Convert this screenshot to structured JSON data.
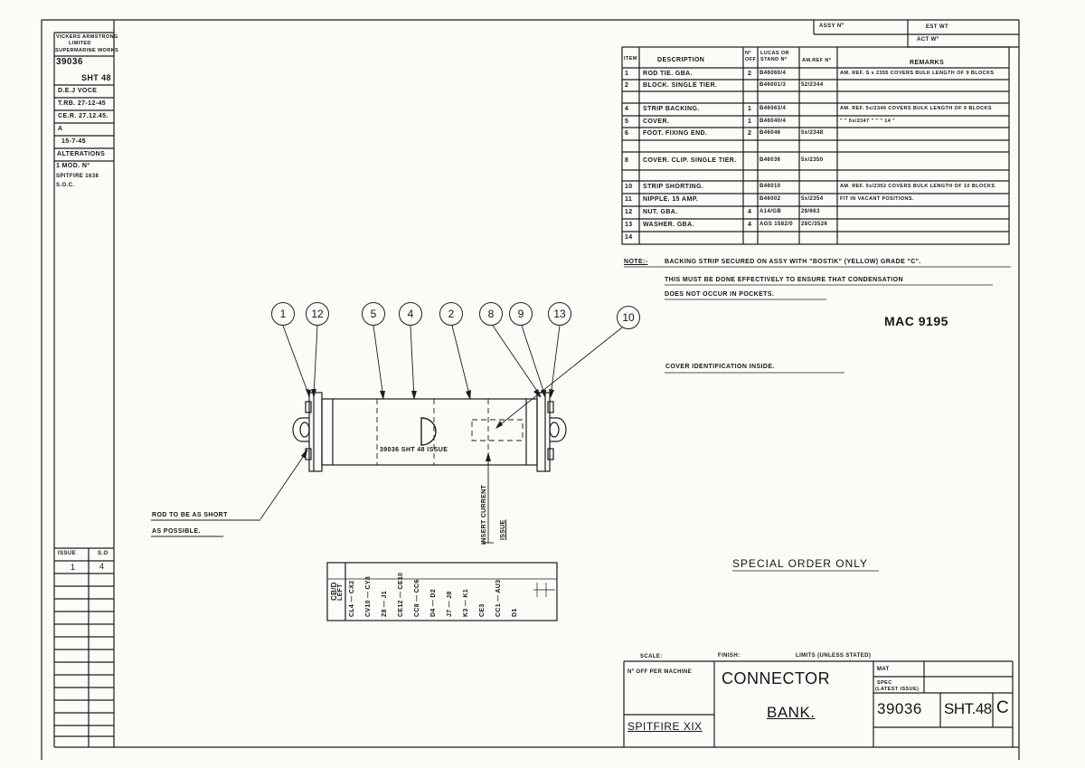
{
  "left_block": {
    "company": [
      "VICKERS ARMSTRONG",
      "LIMITED",
      "SUPERMARINE WORKS"
    ],
    "drawing_no": "39036",
    "sheet": "SHT 48",
    "drawn_by": "D.E.J VOCE",
    "traced": "T.RB. 27-12-45",
    "checked": "CE.R. 27.12.45.",
    "issue_letter": "A",
    "issue_date": "15-7-45",
    "alterations": "ALTERATIONS",
    "mod_no": "1 MOD. Nº",
    "mod_desc": "SPITFIRE 1638",
    "mod_ref": "S.O.C.",
    "issue_header": "ISSUE",
    "so_header": "S.O",
    "issue_row": [
      "1",
      "4"
    ]
  },
  "top_right": {
    "assy_no": "ASSY Nº",
    "est_wt": "EST WT",
    "act_wt": "ACT Wº"
  },
  "parts_table": {
    "headers": [
      "ITEM",
      "DESCRIPTION",
      "Nº OFF",
      "LUCAS OR STAND Nº",
      "AM.REF Nº",
      "REMARKS"
    ],
    "rows": [
      {
        "item": "1",
        "desc": "ROD TIE. GBA.",
        "off": "2",
        "stand": "B46060/4",
        "amref": "",
        "remarks": "AM. REF. S x 2355 COVERS BULK LENGTH OF 9 BLOCKS"
      },
      {
        "item": "2",
        "desc": "BLOCK. SINGLE TIER.",
        "off": "",
        "stand": "B46001/3",
        "amref": "52/2344",
        "remarks": ""
      },
      {
        "item": "",
        "desc": "",
        "off": "",
        "stand": "",
        "amref": "",
        "remarks": ""
      },
      {
        "item": "4",
        "desc": "STRIP BACKING.",
        "off": "1",
        "stand": "B46063/4",
        "amref": "",
        "remarks": "AM. REF. 5x/2346 COVERS BULK LENGTH OF 9 BLOCKS"
      },
      {
        "item": "5",
        "desc": "COVER.",
        "off": "1",
        "stand": "B46040/4",
        "amref": "",
        "remarks": "\" \" 5x/2347 \" \" \" 14 \""
      },
      {
        "item": "6",
        "desc": "FOOT. FIXING END.",
        "off": "2",
        "stand": "B46046",
        "amref": "5x/2348",
        "remarks": ""
      },
      {
        "item": "",
        "desc": "",
        "off": "",
        "stand": "",
        "amref": "",
        "remarks": ""
      },
      {
        "item": "8",
        "desc": "COVER. CLIP. SINGLE TIER.",
        "off": "",
        "stand": "B46036",
        "amref": "5x/2350",
        "remarks": ""
      },
      {
        "item": "",
        "desc": "",
        "off": "",
        "stand": "",
        "amref": "",
        "remarks": ""
      },
      {
        "item": "10",
        "desc": "STRIP SHORTING.",
        "off": "",
        "stand": "B46010",
        "amref": "",
        "remarks": "AM. REF. 5x/2352 COVERS BULK LENGTH OF 10 BLOCKS"
      },
      {
        "item": "11",
        "desc": "NIPPLE. 15 AMP.",
        "off": "",
        "stand": "B46002",
        "amref": "5x/2354",
        "remarks": "FIT IN VACANT POSITIONS."
      },
      {
        "item": "12",
        "desc": "NUT. GBA.",
        "off": "4",
        "stand": "A14/GB",
        "amref": "28/663",
        "remarks": ""
      },
      {
        "item": "13",
        "desc": "WASHER. GBA.",
        "off": "4",
        "stand": "AGS 1582/0",
        "amref": "28C/3526",
        "remarks": ""
      },
      {
        "item": "14",
        "desc": "",
        "off": "",
        "stand": "",
        "amref": "",
        "remarks": ""
      }
    ]
  },
  "notes": {
    "label": "NOTE:-",
    "line1": "BACKING STRIP SECURED ON ASSY WITH \"BOSTIK\" (YELLOW) GRADE \"C\".",
    "line2": "THIS MUST BE DONE EFFECTIVELY TO ENSURE THAT CONDENSATION",
    "line3": "DOES NOT OCCUR IN POCKETS.",
    "mac": "MAC 9195",
    "cover_id": "COVER IDENTIFICATION INSIDE.",
    "special": "SPECIAL ORDER ONLY"
  },
  "drawing": {
    "balloons": [
      "1",
      "12",
      "5",
      "4",
      "2",
      "8",
      "9",
      "13",
      "10"
    ],
    "body_text": "39036 SHT 48 ISSUE",
    "rod_note_1": "ROD TO BE AS SHORT",
    "rod_note_2": "AS POSSIBLE.",
    "insert_current": "INSERT CURRENT",
    "issue_word": "ISSUE",
    "cb_label": "CB/D",
    "cb_sub": "LEFT",
    "cb_codes": [
      "CL4 — CX2",
      "CV10 — CY8",
      "Z8 — J1",
      "CE12 — CE10",
      "CC8 — CC6",
      "D4 — D2",
      "J7 — J8",
      "K3 — K1",
      "CE3",
      "CC1 — AU3",
      "D1"
    ]
  },
  "title_block": {
    "scale": "SCALE:",
    "finish": "FINISH:",
    "limits": "LIMITS (UNLESS STATED)",
    "per_machine": "Nº OFF PER MACHINE",
    "mat": "MAT",
    "spec": "SPEC",
    "latest": "(LATEST ISSUE)",
    "title1": "CONNECTOR",
    "title2": "BANK.",
    "machine": "SPITFIRE XIX",
    "drawing_no": "39036",
    "sheet": "SHT.48",
    "rev": "C"
  }
}
